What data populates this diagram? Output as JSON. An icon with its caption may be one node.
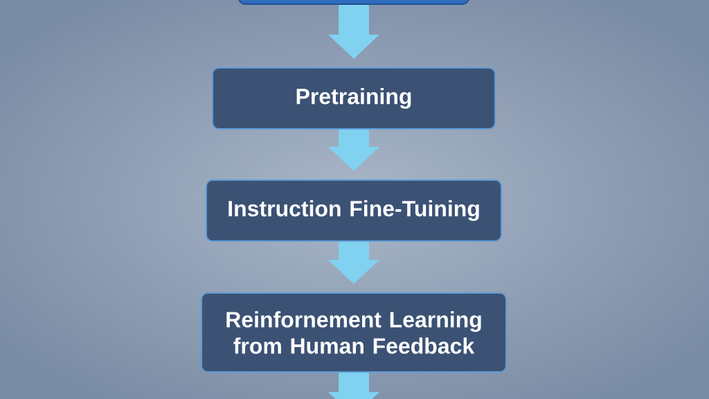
{
  "diagram": {
    "nodes": [
      {
        "text": [],
        "shape": "box"
      },
      {
        "text": [
          "Pretraining"
        ]
      },
      {
        "text": [
          "Instruction Fine-Tuining"
        ]
      },
      {
        "text": [
          "Reinfornement Learning from Human Feedback"
        ]
      }
    ],
    "edges": [
      {
        "from": 0,
        "to": 1,
        "arrow": "to"
      },
      {
        "from": 1,
        "to": 2,
        "arrow": "to"
      },
      {
        "from": 2,
        "to": 3,
        "arrow": "to"
      },
      {
        "from": 3,
        "to": null,
        "arrow": "to"
      }
    ]
  }
}
